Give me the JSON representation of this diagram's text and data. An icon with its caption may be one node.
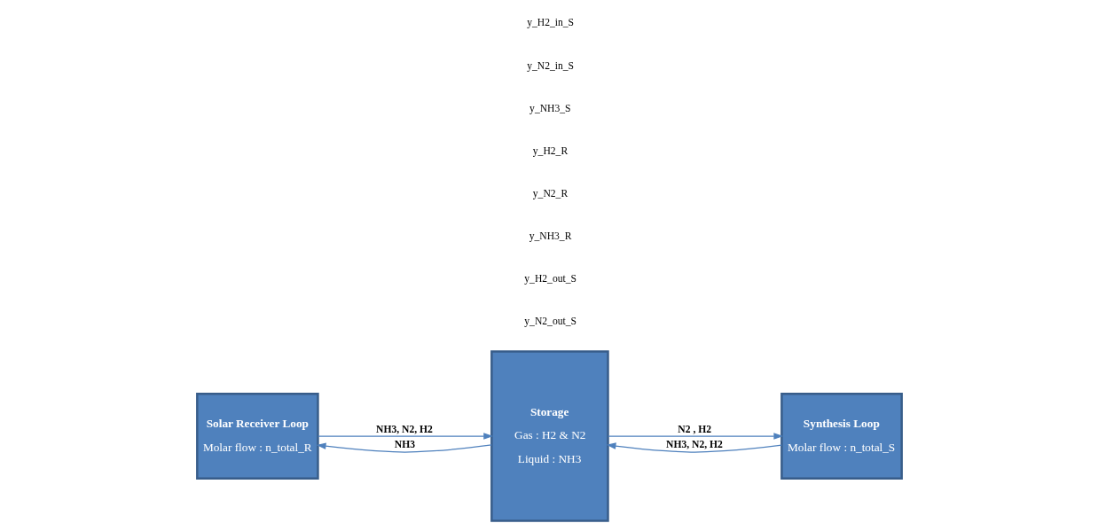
{
  "diagram": {
    "nodes": [
      {
        "text": [
          "Storage",
          "Gas : H2 & N2",
          "Liquid : NH3"
        ]
      },
      {
        "text": [
          "Synthesis Loop",
          "Molar flow : n_total_S"
        ]
      },
      {
        "text": [
          "Solar Receiver Loop",
          "Molar flow : n_total_R"
        ]
      }
    ],
    "edges": [
      {
        "from": 0,
        "to": 1,
        "arrow": "to",
        "label": "N2 , H2"
      },
      {
        "from": 1,
        "to": 0,
        "arrow": "to",
        "label": "NH3, N2, H2"
      },
      {
        "from": 2,
        "to": 0,
        "arrow": "to",
        "label": "NH3, N2, H2"
      },
      {
        "from": 0,
        "to": 2,
        "arrow": "to",
        "label": "NH3"
      }
    ],
    "labels": [
      "y_N2_out_S",
      "y_H2_out_S",
      "y_NH3_R",
      "y_N2_R",
      "y_H2_R",
      "y_NH3_S",
      "y_N2_in_S",
      "y_H2_in_S"
    ]
  }
}
